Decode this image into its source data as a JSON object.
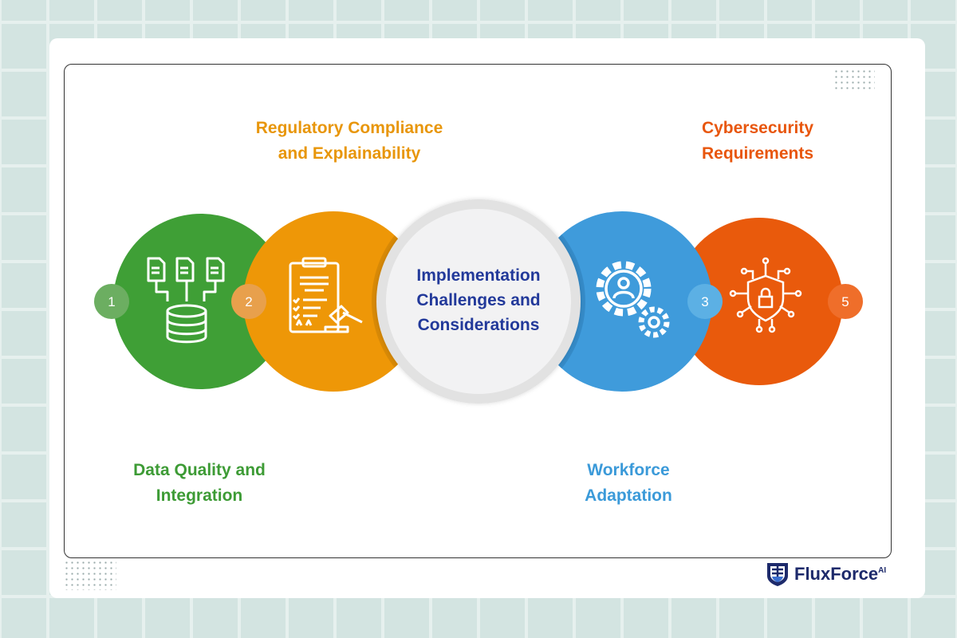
{
  "center": {
    "title": "Implementation Challenges and Considerations"
  },
  "items": [
    {
      "number": "1",
      "label": "Data Quality and Integration",
      "color": "#3f9f36",
      "icon": "documents-to-database-icon"
    },
    {
      "number": "2",
      "label": "Regulatory Compliance and Explainability",
      "color": "#ee9707",
      "icon": "clipboard-gavel-icon"
    },
    {
      "number": "3",
      "label": "Workforce Adaptation",
      "color": "#3f9bdb",
      "icon": "gear-user-icon"
    },
    {
      "number": "5",
      "label": "Cybersecurity Requirements",
      "color": "#e95a0c",
      "icon": "shield-lock-circuit-icon"
    }
  ],
  "logo": {
    "name": "FluxForce",
    "suffix": "AI"
  }
}
